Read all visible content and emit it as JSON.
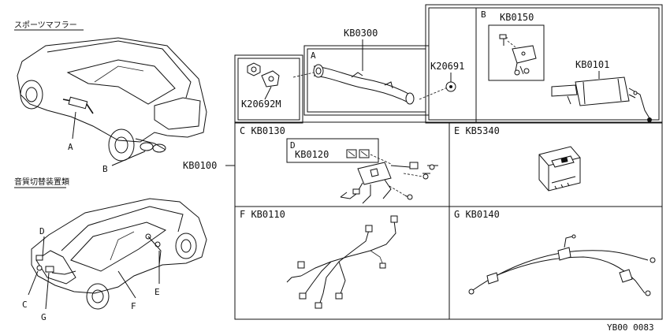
{
  "headings": {
    "sport_muffler": "スポーツマフラー",
    "sound_switch": "音質切替装置類"
  },
  "callouts": {
    "a1": "A",
    "b1": "B",
    "c2": "C",
    "d2": "D",
    "e2": "E",
    "f2": "F",
    "g2": "G"
  },
  "parts": {
    "kb0100": "KB0100",
    "kb0300": "KB0300",
    "k20691": "K20691",
    "k20692m": "K20692M",
    "box_a": "A",
    "box_b": "B",
    "kb0150": "KB0150",
    "kb0101": "KB0101",
    "c_kb0130": "C KB0130",
    "d_letter": "D",
    "kb0120": "KB0120",
    "e_kb5340": "E KB5340",
    "f_kb0110": "F KB0110",
    "g_kb0140": "G KB0140"
  },
  "footer_code": "YB00 0083"
}
